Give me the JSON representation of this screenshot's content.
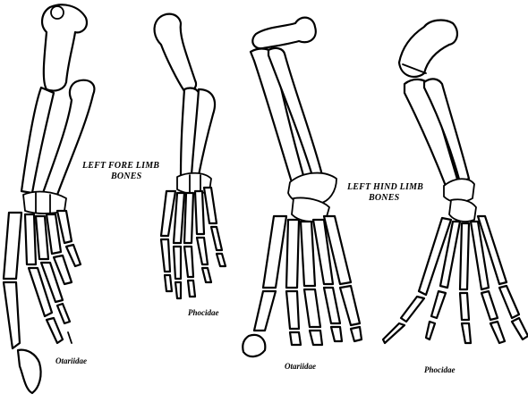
{
  "diagram": {
    "labels": {
      "fore_heading_line1": "LEFT FORE LIMB",
      "fore_heading_line2": "BONES",
      "hind_heading_line1": "LEFT HIND LIMB",
      "hind_heading_line2": "BONES",
      "fore_otariidae": "Otariidae",
      "fore_phocidae": "Phocidae",
      "hind_otariidae": "Otariidae",
      "hind_phocidae": "Phocidae"
    },
    "colors": {
      "ink": "#000000",
      "paper": "#ffffff"
    }
  }
}
